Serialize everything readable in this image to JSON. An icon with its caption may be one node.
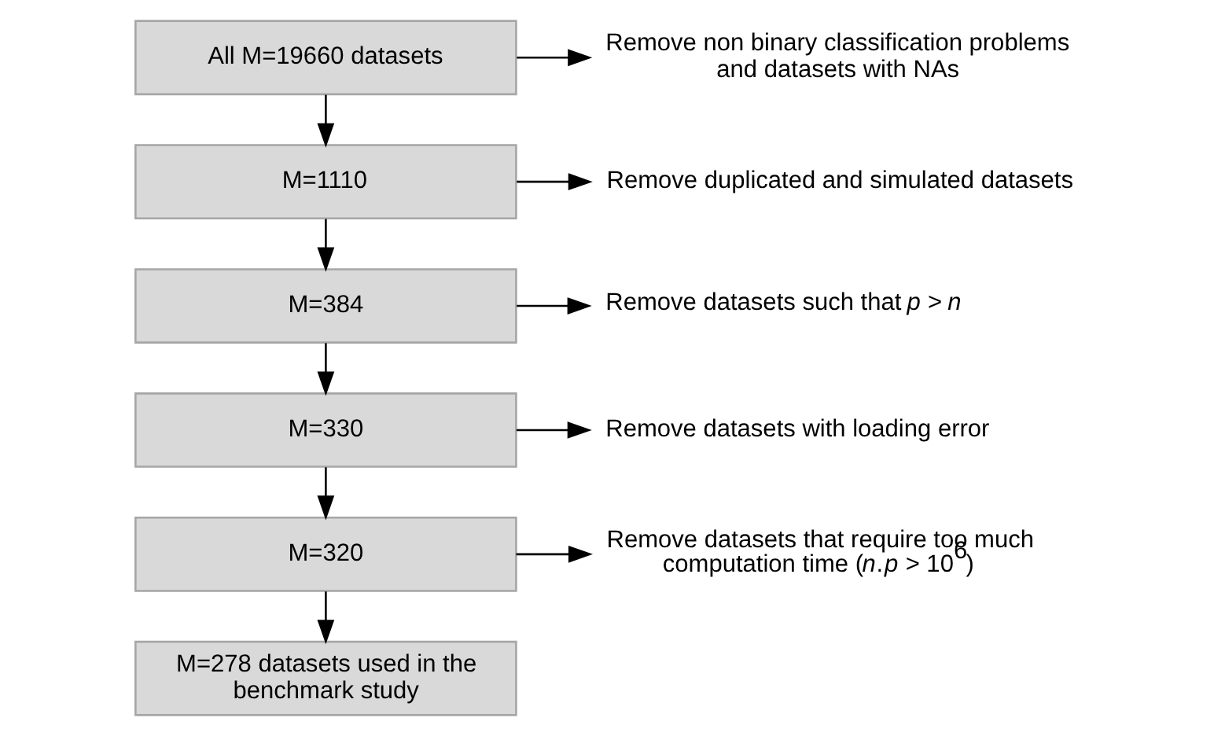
{
  "diagram": {
    "nodes": [
      {
        "text": [
          "All M=19660 datasets"
        ]
      },
      {
        "text": [
          "Remove non binary classification problems and datasets with NAs"
        ]
      },
      {
        "text": [
          "M=1110"
        ]
      },
      {
        "text": [
          "Remove duplicated and simulated datasets"
        ]
      },
      {
        "text": [
          "M=384"
        ]
      },
      {
        "text": [
          "Remove datasets such that *p* > *n*"
        ]
      },
      {
        "text": [
          "M=330"
        ]
      },
      {
        "text": [
          "Remove datasets with loading error"
        ]
      },
      {
        "text": [
          "M=320"
        ]
      },
      {
        "text": [
          "Remove datasets that require too much computation time (*n*.*p* > 10$^{6}$)"
        ]
      },
      {
        "text": [
          "M=278 datasets used in the benchmark study"
        ]
      }
    ],
    "edges": [
      {
        "from": 0,
        "to": 2,
        "arrow": "to"
      },
      {
        "from": 0,
        "to": 1,
        "arrow": "to"
      },
      {
        "from": 2,
        "to": 4,
        "arrow": "to"
      },
      {
        "from": 2,
        "to": 3,
        "arrow": "to"
      },
      {
        "from": 4,
        "to": 6,
        "arrow": "to"
      },
      {
        "from": 4,
        "to": 5,
        "arrow": "to"
      },
      {
        "from": 6,
        "to": 8,
        "arrow": "to"
      },
      {
        "from": 6,
        "to": 7,
        "arrow": "to"
      },
      {
        "from": 8,
        "to": 10,
        "arrow": "to"
      },
      {
        "from": 8,
        "to": 9,
        "arrow": "to"
      }
    ]
  }
}
